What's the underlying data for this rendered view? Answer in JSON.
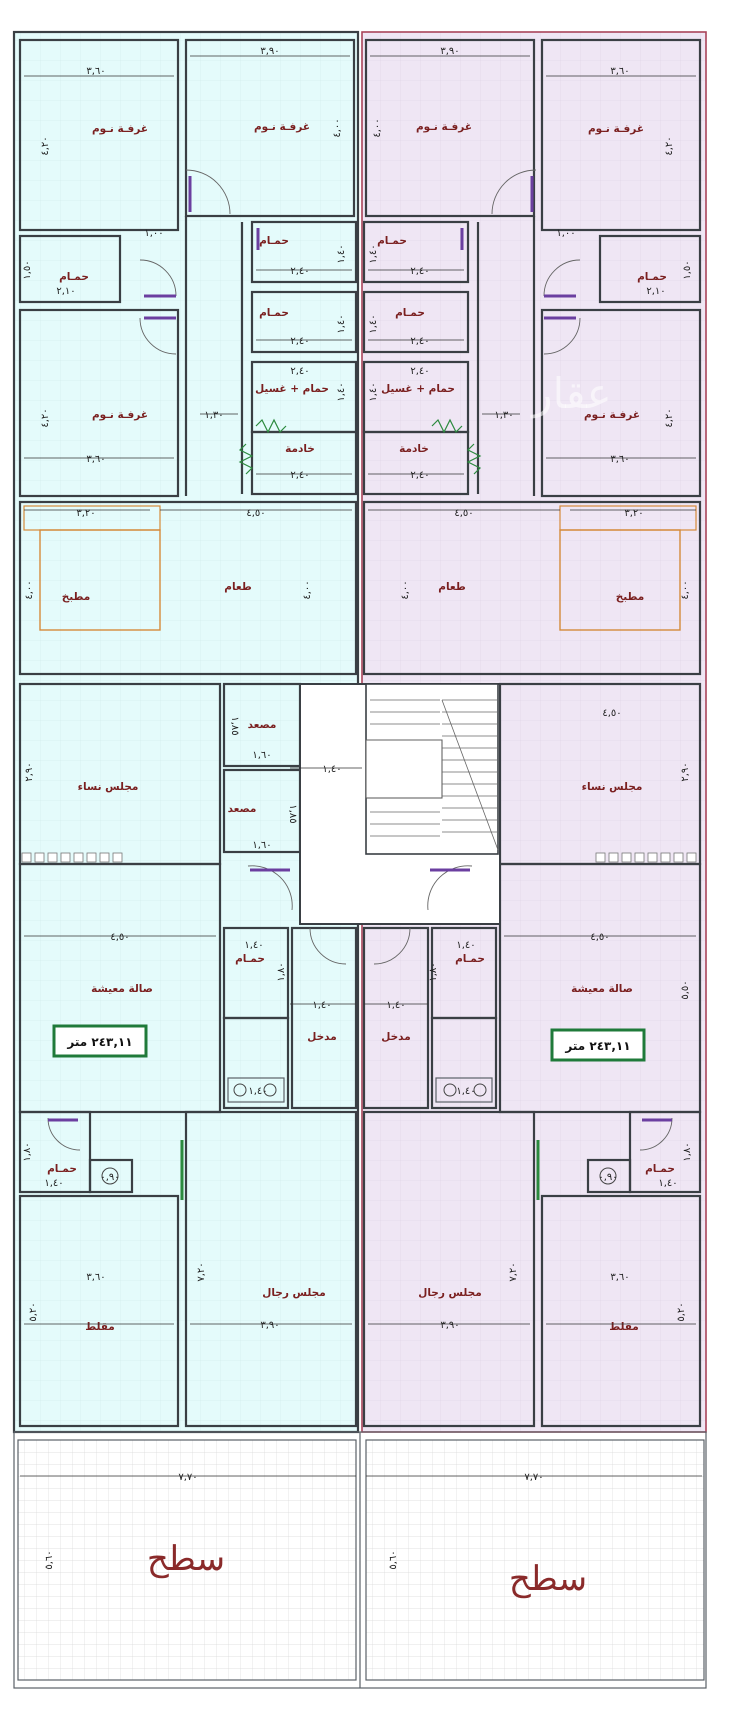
{
  "colors": {
    "left_unit_fill": "#e4fbfb",
    "right_unit_fill": "#efe6f4",
    "roof_fill": "#ffffff",
    "wall": "#3a3f44",
    "label": "#7a1f1f",
    "area_badge": "#1f7a3a",
    "counter": "#d58a3a"
  },
  "rooms": {
    "bedroom": "غرفـة نـوم",
    "bathroom": "حمـام",
    "laundry_bath": "حمام + غسيل",
    "maid": "خادمة",
    "dining": "طعام",
    "kitchen": "مطبخ",
    "women_majlis": "مجلس نساء",
    "elevator": "مصعد",
    "living_hall": "صالة معيشة",
    "entrance": "مدخل",
    "men_majlis": "مجلس رجال",
    "annex": "مقلط",
    "roof": "سطح"
  },
  "area_badge_left": "٢٤٣,١١ متر",
  "area_badge_right": "٢٤٣,١١ متر",
  "dimensions": {
    "d360": "٣,٦٠",
    "d390": "٣,٩٠",
    "d420": "٤,٢٠",
    "d400": "٤,٠٠",
    "d100": "١,٠٠",
    "d150": "١,٥٠",
    "d210": "٢,١٠",
    "d240": "٢,٤٠",
    "d140": "١,٤٠",
    "d130": "١,٣٠",
    "d320": "٣,٢٠",
    "d450": "٤,٥٠",
    "d185": "١,٨٥",
    "d160": "١,٦٠",
    "d290": "٢,٩٠",
    "d180": "١,٨٠",
    "d550": "٥,٥٠",
    "d720": "٧,٢٠",
    "d520": "٥,٢٠",
    "d770": "٧,٧٠",
    "d560": "٥,٦٠",
    "d090": "٠,٩٠"
  },
  "watermark": "عقار"
}
